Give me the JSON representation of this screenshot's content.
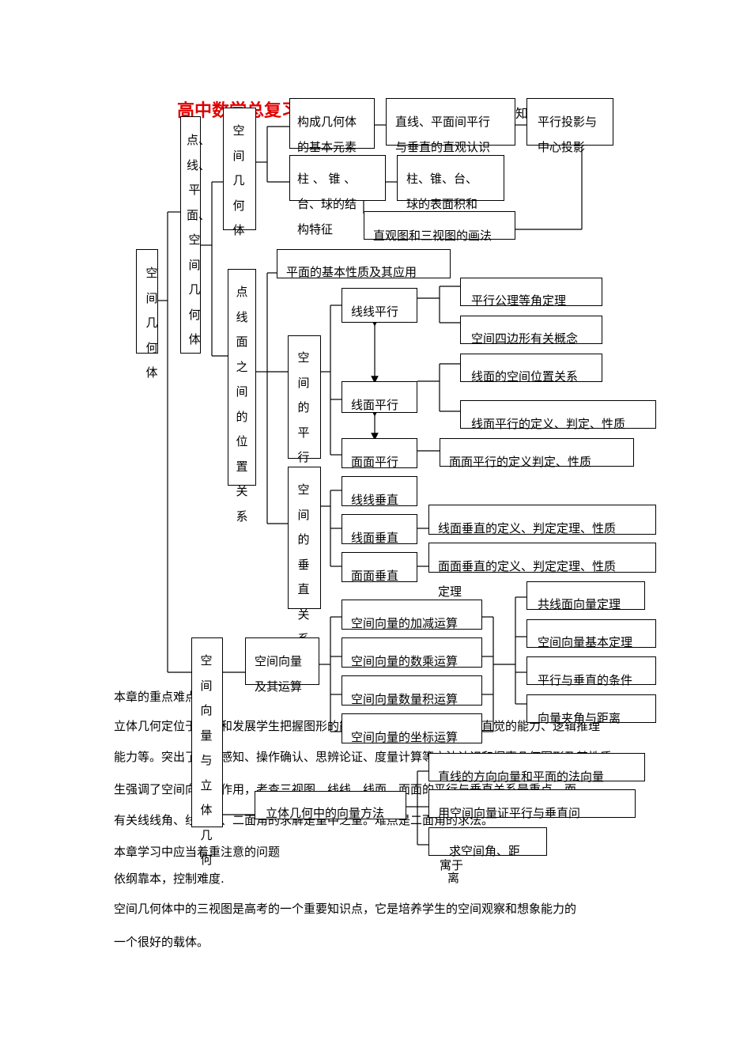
{
  "title": "高中数学总复习 十",
  "title_tail": "笼知",
  "root": "空间几何体",
  "col1_a": "点、线、平面、空间几何体",
  "col1_b": "空间向量与立体几何",
  "geom": {
    "main": "空间几何体",
    "n1": [
      "构成几何体",
      "的基本元素"
    ],
    "n2": [
      "直线、平面间平行",
      "与垂直的直观认识"
    ],
    "n3": [
      "平行投影与",
      "中心投影"
    ],
    "n4": [
      "柱 、 锥 、",
      "台、球的结",
      "构特征"
    ],
    "n5": [
      "柱、锥、台、",
      "球的表面积和"
    ],
    "n6": "直观图和三视图的画法"
  },
  "position": {
    "main": "点线面之间的位置关系",
    "plane": "平面的基本性质及其应用",
    "parallel": {
      "label": "空间的平行",
      "ll": "线线平行",
      "lp": "线面平行",
      "pp": "面面平行",
      "ll_1": "平行公理等角定理",
      "ll_2": "空间四边形有关概念",
      "lp_1": "线面的空间位置关系",
      "lp_2": "线面平行的定义、判定、性质",
      "pp_1": "面面平行的定义判定、性质"
    },
    "perp": {
      "label": "空间的垂直关系",
      "ll": "线线垂直",
      "lp": "线面垂直",
      "pp": "面面垂直",
      "lp_1": "线面垂直的定义、判定定理、性质",
      "pp_1": "面面垂直的定义、判定定理、性质",
      "pp_1_cont": "定理"
    }
  },
  "vector": {
    "ops": [
      "空间向量",
      "及其运算"
    ],
    "add": "空间向量的加减运算",
    "mul": "空间向量的数乘运算",
    "dot": "空间向量数量积运算",
    "coord": "空间向量的坐标运算",
    "t1": "共线面向量定理",
    "t2": "空间向量基本定理",
    "t3": "平行与垂直的条件",
    "t4": "向量夹角与距离",
    "method": "立体几何中的向量方法",
    "m1": "直线的方向向量和平面的法向量",
    "m2": "用空间向量证平行与垂直问",
    "m3": "求空间角、距",
    "m3_tail1": "寓于",
    "m3_tail2": "离"
  },
  "text": {
    "l1": "本章的重点难点聚焦",
    "l2": "立体几何定位于培养和发展学生把握图形的能力、空间想象能力、几何直觉的能力、逻辑推理",
    "l3": "能力等。突出了直观感知、操作确认、思辨论证、度量计算等方法认识和探索几何图形及其性质，",
    "l4": "生强调了空间向量的作用，考查三视图、线线、线面、面面的平行与垂直关系是重点，而",
    "l5": "有关线线角、线面角、二面角的求解是重中之重。难点是二面角的求法。",
    "l6": "本章学习中应当着重注意的问题",
    "l7": "依纲靠本，控制难度.",
    "l8": "空间几何体中的三视图是高考的一个重要知识点，它是培养学生的空间观察和想象能力的",
    "l9": "一个很好的载体。"
  }
}
